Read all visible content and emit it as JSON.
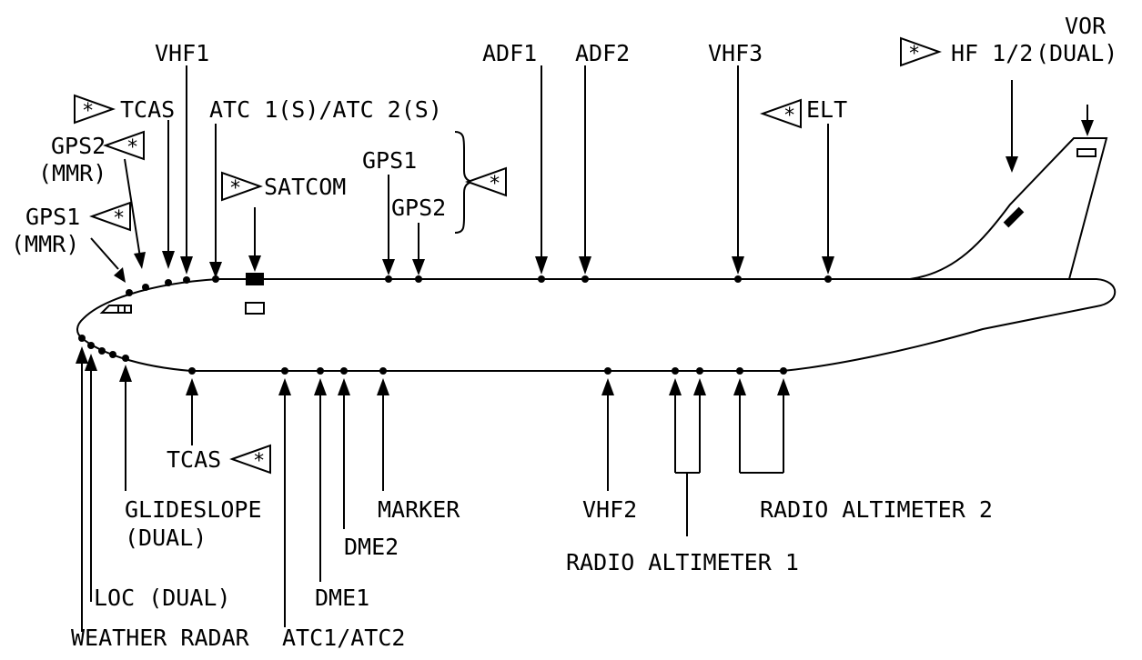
{
  "labels": {
    "vhf1": "VHF1",
    "adf1": "ADF1",
    "adf2": "ADF2",
    "vhf3": "VHF3",
    "hf12": "HF 1/2",
    "vor_l1": "VOR",
    "vor_l2": "(DUAL)",
    "tcas_top": "TCAS",
    "atc_top": "ATC 1(S)/ATC 2(S)",
    "elt": "ELT",
    "gps2_mmr_l1": "GPS2",
    "gps2_mmr_l2": "(MMR)",
    "satcom": "SATCOM",
    "gps1": "GPS1",
    "gps2": "GPS2",
    "gps1_mmr_l1": "GPS1",
    "gps1_mmr_l2": "(MMR)",
    "tcas_bottom": "TCAS",
    "glideslope_l1": "GLIDESLOPE",
    "glideslope_l2": "(DUAL)",
    "marker": "MARKER",
    "vhf2": "VHF2",
    "radio_alt_2": "RADIO ALTIMETER 2",
    "dme2": "DME2",
    "radio_alt_1": "RADIO ALTIMETER 1",
    "loc": "LOC (DUAL)",
    "dme1": "DME1",
    "weather_radar": "WEATHER RADAR",
    "atc1_atc2": "ATC1/ATC2"
  },
  "marker_symbol": "*"
}
